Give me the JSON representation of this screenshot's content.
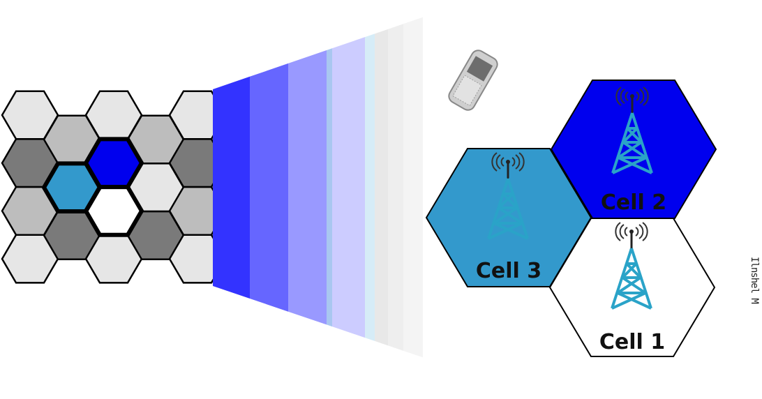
{
  "colors": {
    "cell1": "#ffffff",
    "cell2": "#0000ee",
    "cell3": "#3399cc",
    "light_cell": "#e6e6e6",
    "mid_cell": "#bdbdbd",
    "dark_cell": "#7a7a7a",
    "tower": "#2aa3c8"
  },
  "grid": {
    "columns": [
      [
        "light",
        "dark",
        "mid",
        "light"
      ],
      [
        "mid",
        "cell3",
        "dark"
      ],
      [
        "light",
        "cell2",
        "cell1",
        "light"
      ],
      [
        "mid",
        "light",
        "dark"
      ],
      [
        "light",
        "dark",
        "mid",
        "light"
      ]
    ]
  },
  "cells": [
    {
      "label": "Cell 2",
      "color_key": "cell2"
    },
    {
      "label": "Cell 3",
      "color_key": "cell3"
    },
    {
      "label": "Cell 1",
      "color_key": "cell1"
    }
  ],
  "icons": [
    "mobile-phone-icon",
    "cell-tower-icon"
  ],
  "signature": "Ilnshel M"
}
